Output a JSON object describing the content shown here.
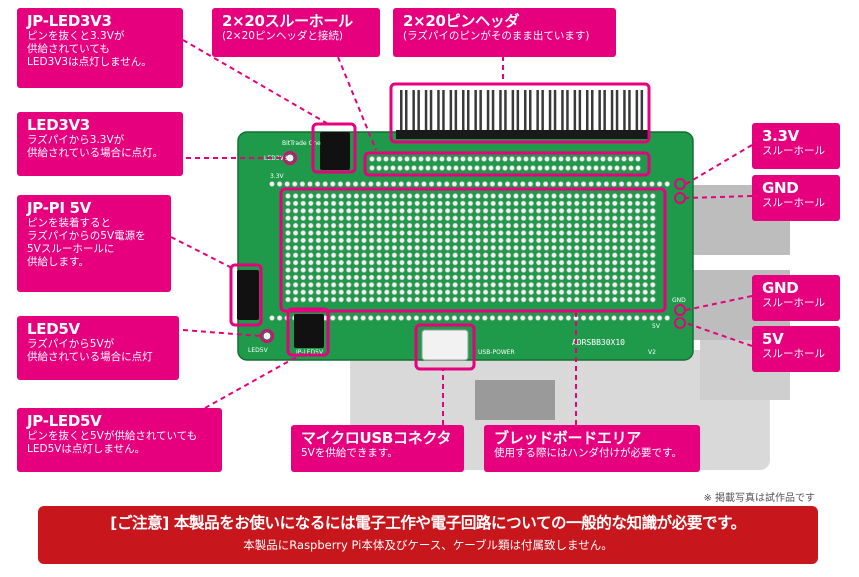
{
  "callouts": {
    "jp_led3v3": {
      "title": "JP-LED3V3",
      "desc": "ピンを抜くと3.3Vが\n供給されていても\nLED3V3は点灯しません。"
    },
    "thru_2x20": {
      "title": "2×20スルーホール",
      "desc": "(2×20ピンヘッダと接続)"
    },
    "header_2x20": {
      "title": "2×20ピンヘッダ",
      "desc": "(ラズパイのピンがそのまま出ています)"
    },
    "led3v3": {
      "title": "LED3V3",
      "desc": "ラズパイから3.3Vが\n供給されている場合に点灯。"
    },
    "jp_pi5v": {
      "title": "JP-PI 5V",
      "desc": "ピンを装着すると\nラズパイからの5V電源を\n5Vスルーホールに\n供給します。"
    },
    "led5v": {
      "title": "LED5V",
      "desc": "ラズパイから5Vが\n供給されている場合に点灯"
    },
    "jp_led5v": {
      "title": "JP-LED5V",
      "desc": "ピンを抜くと5Vが供給されていても\nLED5Vは点灯しません。"
    },
    "micro_usb": {
      "title": "マイクロUSBコネクタ",
      "desc": "5Vを供給できます。"
    },
    "breadboard": {
      "title": "ブレッドボードエリア",
      "desc": "使用する際にはハンダ付けが必要です。"
    },
    "thru_3v3": {
      "title": "3.3V",
      "desc": "スルーホール"
    },
    "gnd_top": {
      "title": "GND",
      "desc": "スルーホール"
    },
    "gnd_bottom": {
      "title": "GND",
      "desc": "スルーホール"
    },
    "thru_5v": {
      "title": "5V",
      "desc": "スルーホール"
    }
  },
  "board": {
    "silk_model": "ADRSBB30X10",
    "silk_usb": "USB-POWER",
    "silk_jp_led5v": "JP-LED5V",
    "silk_3v3": "3.3V",
    "silk_5v": "5V",
    "silk_gnd": "GND",
    "silk_led3v3": "LED3V3",
    "silk_led5v": "LED5V",
    "silk_brand": "BitTrade One",
    "silk_v2": "V2",
    "pcb_color": "#1f9a4a",
    "accent_color": "#e6007e"
  },
  "note": "※ 掲載写真は試作品です",
  "banner": {
    "line1": "[ご注意] 本製品をお使いになるには電子工作や電子回路についての一般的な知識が必要です。",
    "line2": "本製品にRaspberry Pi本体及びケース、ケーブル類は付属致しません。",
    "color": "#c8161d"
  }
}
